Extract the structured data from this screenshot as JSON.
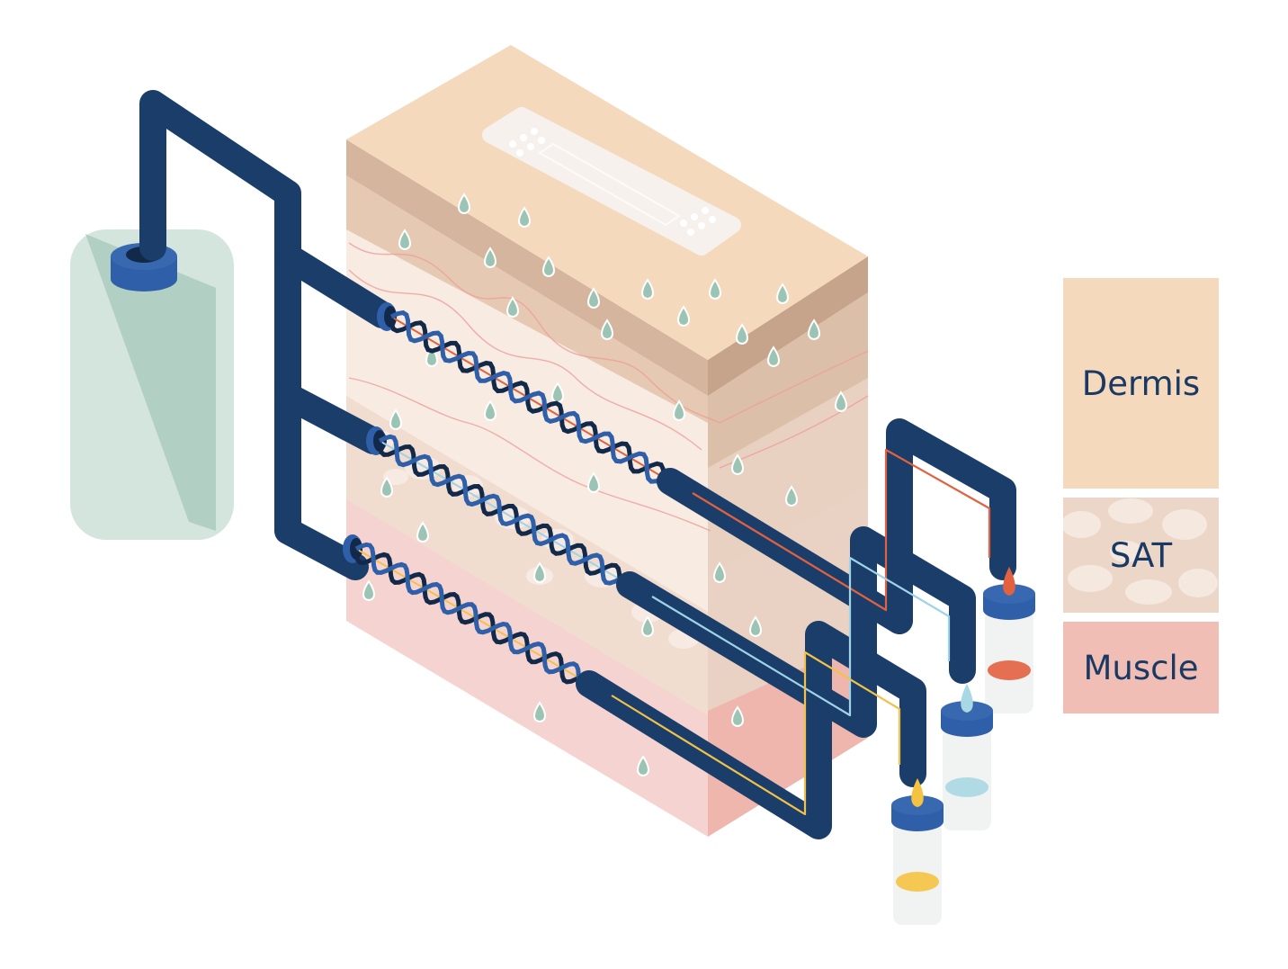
{
  "title": "Microdialysis probes sampling skin layers",
  "legend": {
    "items": [
      {
        "label": "Dermis",
        "color": "#f4d9bd",
        "pattern": "none"
      },
      {
        "label": "SAT",
        "color": "#ecd6c8",
        "pattern": "fat-cells"
      },
      {
        "label": "Muscle",
        "color": "#f1beb6",
        "pattern": "none"
      }
    ]
  },
  "colors": {
    "tube": "#1b3d69",
    "tube_accent": "#2e5fa8",
    "reservoir": "#d3e5dc",
    "reservoir_shade": "#a9c9bb",
    "droplet": "#9cc4b4",
    "epidermis_top": "#f4d9bd",
    "dermis_front": "#f7ebe2",
    "sat_front": "#f0ddd0",
    "muscle_front": "#f5d3d1",
    "patch": "#f7f1ee"
  },
  "probes": [
    {
      "layer": "Dermis",
      "flow_color": "#e2623f"
    },
    {
      "layer": "SAT",
      "flow_color": "#9fd3e6"
    },
    {
      "layer": "Muscle",
      "flow_color": "#f2c14a"
    }
  ],
  "vials": [
    {
      "layer": "Dermis",
      "fluid_color": "#e2623f"
    },
    {
      "layer": "SAT",
      "fluid_color": "#a8d8e3"
    },
    {
      "layer": "Muscle",
      "fluid_color": "#f5c342"
    }
  ]
}
